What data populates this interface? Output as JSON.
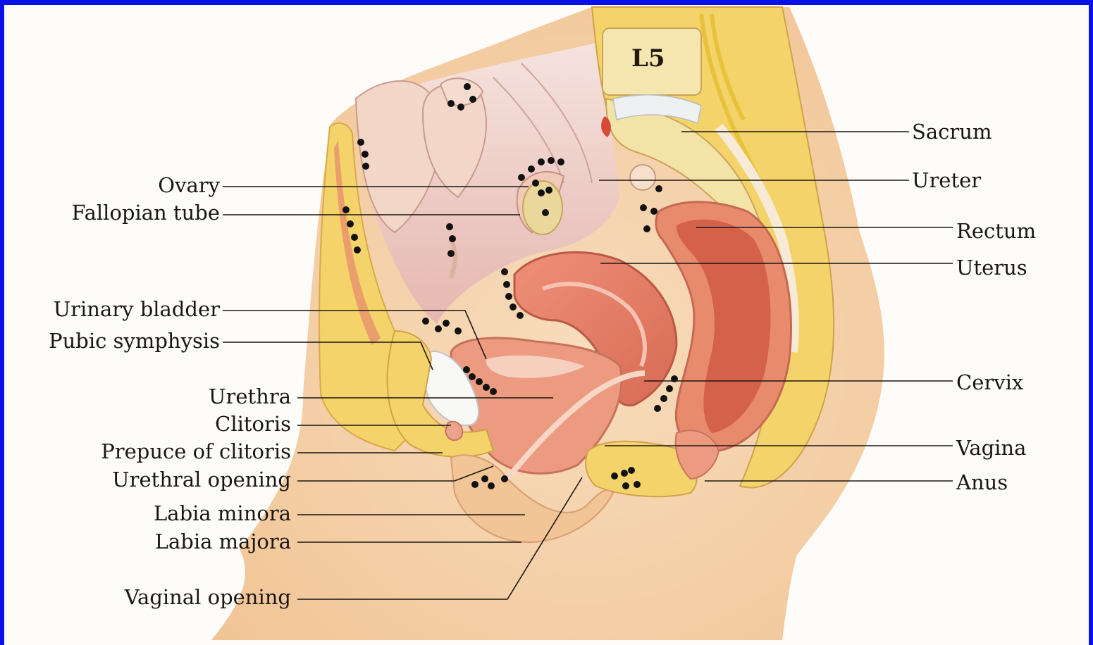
{
  "diagram": {
    "vertebra_label": "L5",
    "labels_left": {
      "ovary": "Ovary",
      "fallopian_tube": "Fallopian tube",
      "urinary_bladder": "Urinary bladder",
      "pubic_symphysis": "Pubic symphysis",
      "urethra": "Urethra",
      "clitoris": "Clitoris",
      "prepuce_of_clitoris": "Prepuce of clitoris",
      "urethral_opening": "Urethral opening",
      "labia_minora": "Labia minora",
      "labia_majora": "Labia majora",
      "vaginal_opening": "Vaginal opening"
    },
    "labels_right": {
      "sacrum": "Sacrum",
      "ureter": "Ureter",
      "rectum": "Rectum",
      "uterus": "Uterus",
      "cervix": "Cervix",
      "vagina": "Vagina",
      "anus": "Anus"
    },
    "colors": {
      "frame": "#0a10e8",
      "background": "#fdfcf9",
      "skin": "#f6d3ac",
      "fat": "#f4d46a",
      "bone": "#f3e3a6",
      "muscle": "#e9826a",
      "peritoneum": "#eccac4",
      "lymph_dots": "#111111"
    }
  }
}
